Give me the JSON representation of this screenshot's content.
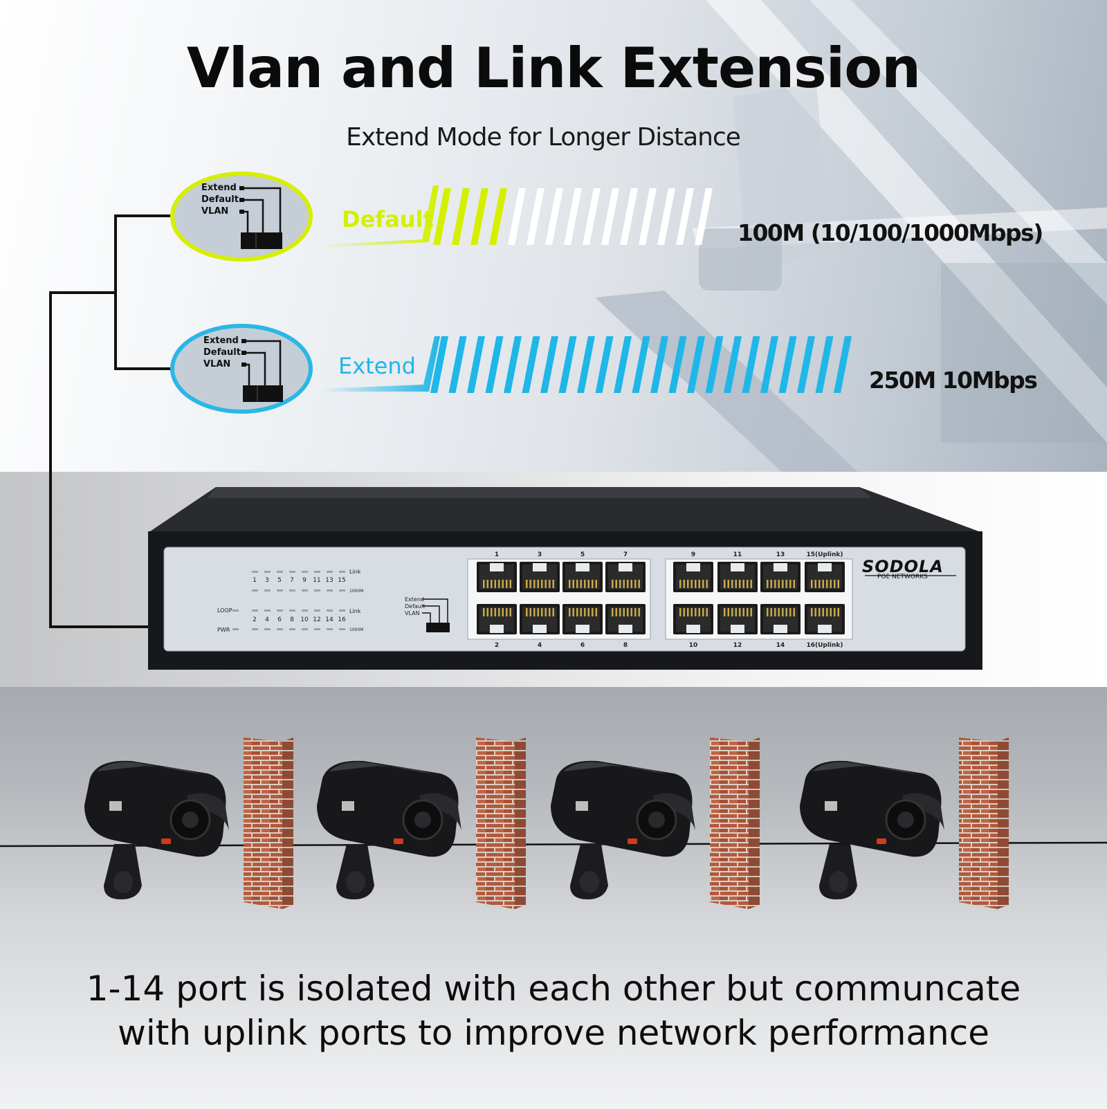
{
  "headline": {
    "title": "Vlan and Link Extension",
    "subtitle": "Extend Mode for Longer Distance"
  },
  "modes": {
    "default": {
      "label": "Default",
      "speed": "100M  (10/100/1000Mbps)",
      "color": "#d4f000"
    },
    "extend": {
      "label": "Extend",
      "speed": "250M 10Mbps",
      "color": "#1fb6e8"
    }
  },
  "dip_switch": {
    "labels": [
      "Extend",
      "Default",
      "VLAN"
    ]
  },
  "switch_panel": {
    "brand": "SODOLA",
    "brand_sub": "POE NETWORKS",
    "led_top_numbers": [
      "1",
      "3",
      "5",
      "7",
      "9",
      "11",
      "13",
      "15"
    ],
    "led_bottom_numbers": [
      "2",
      "4",
      "6",
      "8",
      "10",
      "12",
      "14",
      "16"
    ],
    "led_link": "Link",
    "led_1000m": "1000M",
    "loop": "LOOP",
    "pwr": "PWR",
    "port_top_labels": [
      "1",
      "3",
      "5",
      "7",
      "9",
      "11",
      "13",
      "15(Uplink)"
    ],
    "port_bottom_labels": [
      "2",
      "4",
      "6",
      "8",
      "10",
      "12",
      "14",
      "16(Uplink)"
    ]
  },
  "caption": {
    "line1": "1-14 port is isolated with each other but communcate",
    "line2": "with uplink ports to improve network performance"
  },
  "colors": {
    "default_accent": "#d4f000",
    "extend_accent": "#1fb6e8",
    "switch_body": "#1c1d20",
    "switch_face": "#d7dde3"
  }
}
